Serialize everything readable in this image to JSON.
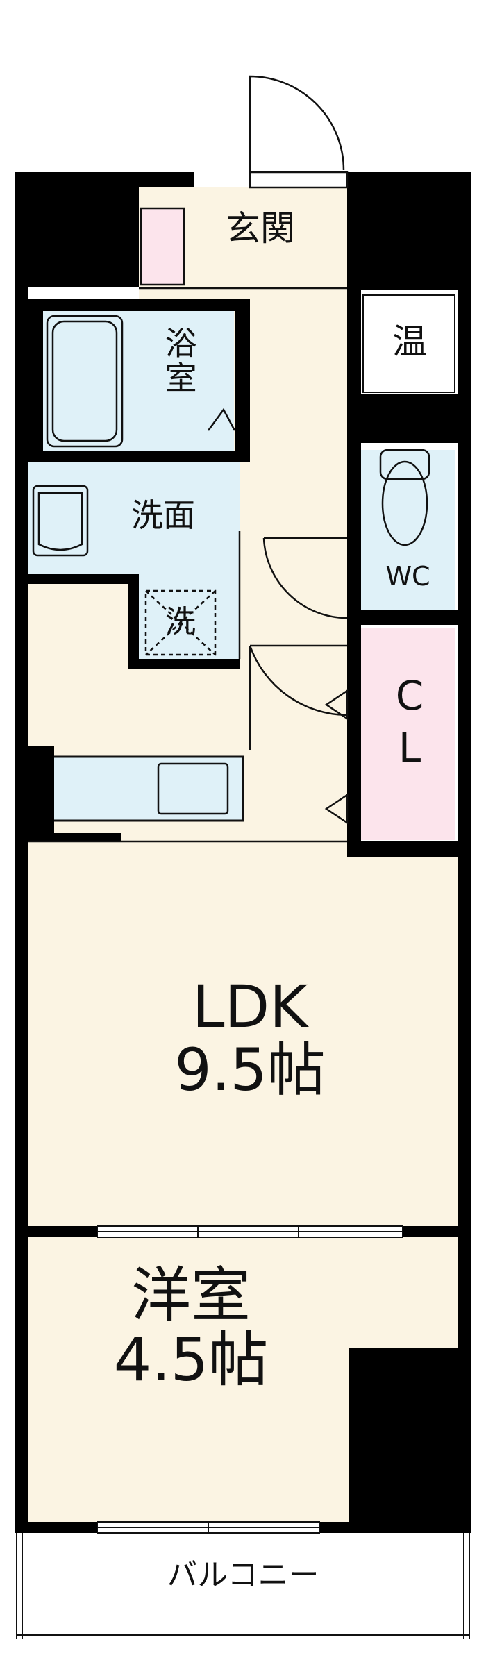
{
  "rooms": {
    "entrance": "玄関",
    "water_heater": "温",
    "bathroom": "浴室",
    "washroom": "洗面",
    "washer": "洗",
    "toilet": "WC",
    "closet": "C\nL",
    "ldk": "LDK\n9.5帖",
    "western_room": "洋室\n4.5帖",
    "balcony": "バルコニー"
  },
  "colors": {
    "wall": "#000000",
    "floor": "#fbf4e3",
    "wet_area": "#dff1f8",
    "closet": "#fce4ec",
    "line": "#111111"
  }
}
